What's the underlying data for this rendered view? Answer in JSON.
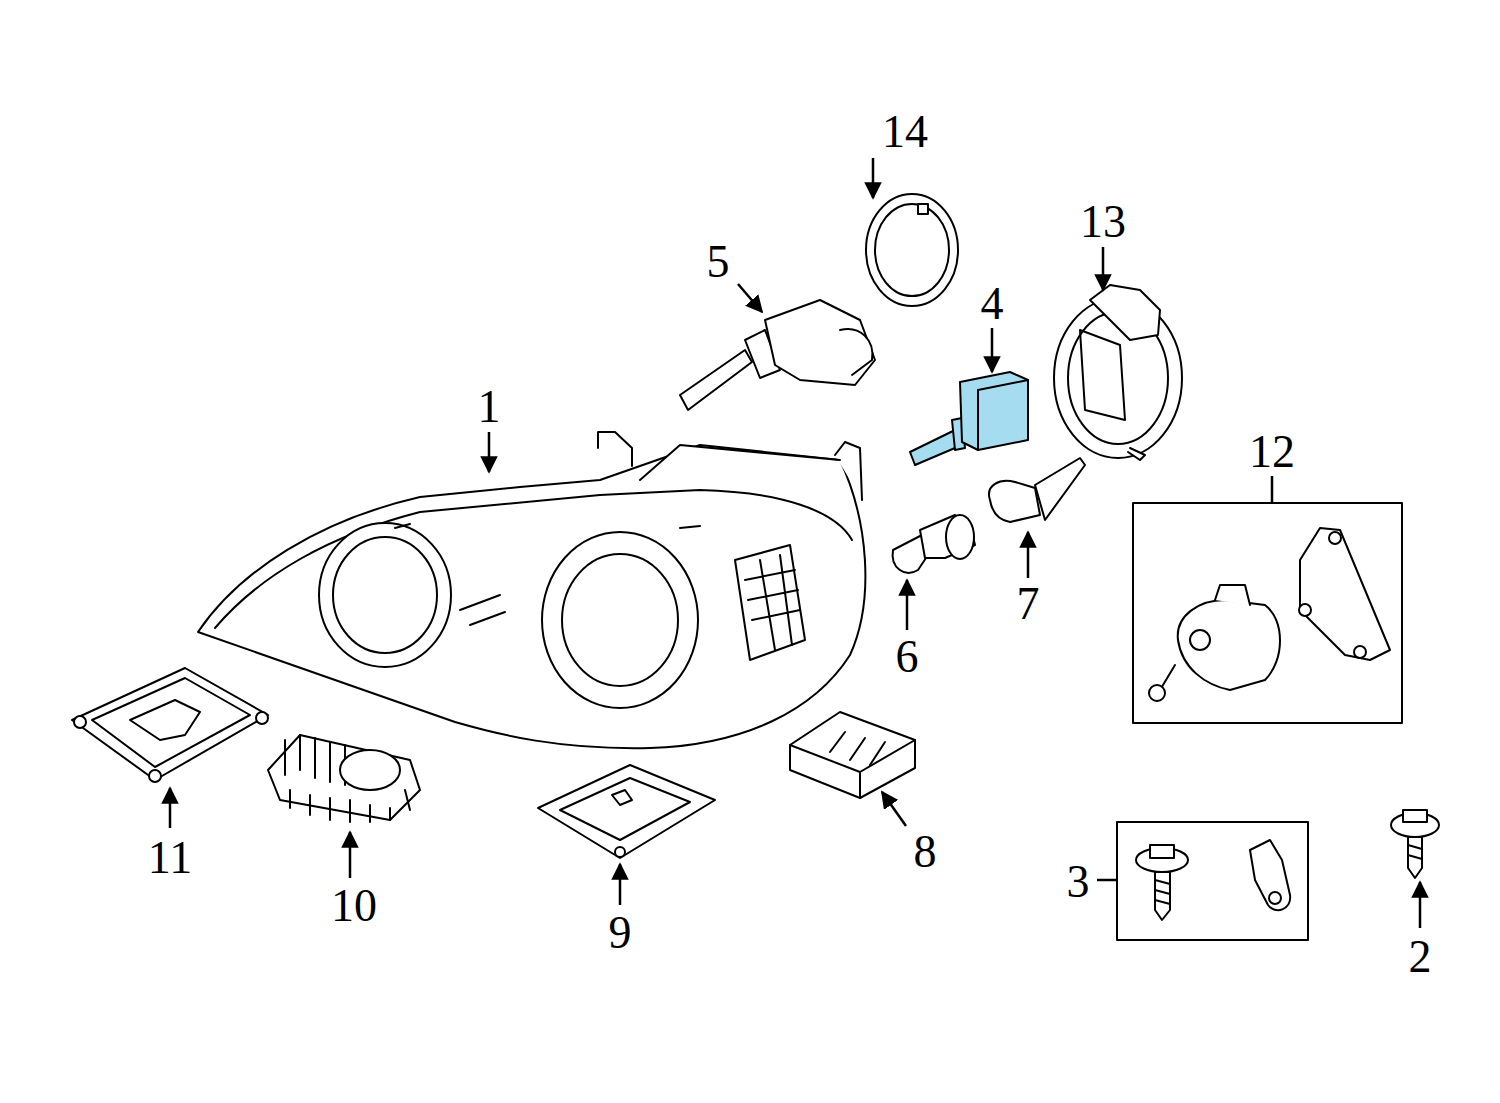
{
  "diagram": {
    "labels": [
      "14",
      "5",
      "13",
      "4",
      "1",
      "12",
      "7",
      "6",
      "11",
      "10",
      "8",
      "9",
      "3",
      "2"
    ]
  }
}
